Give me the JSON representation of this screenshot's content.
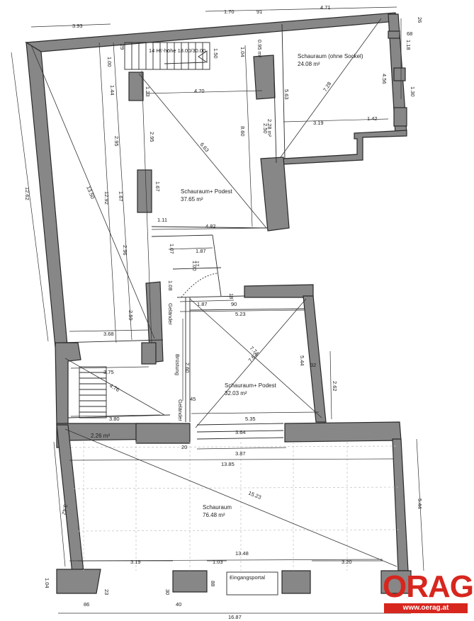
{
  "rooms": {
    "schauraum_sockel": {
      "name": "Schauraum (ohne Sockel)",
      "area": "24.08 m²"
    },
    "schauraum_podest_1": {
      "name": "Schauraum+ Podest",
      "area": "37.65 m²"
    },
    "schauraum_podest_2": {
      "name": "Schauraum+ Podest",
      "area": "32.03 m²"
    },
    "small_room": {
      "area": "2.26 m²"
    },
    "schauraum_main": {
      "name": "Schauraum",
      "area": "76.48 m²"
    }
  },
  "labels": {
    "stair_info": "14 H\\'-höhe 18.00/30.00",
    "gelaender_1": "Geländer",
    "gelaender_2": "Geländer",
    "bruestung": "Brüstung",
    "eingangsportal": "Eingangsportal"
  },
  "dimensions": {
    "top": [
      "1.70",
      "91",
      "4.71",
      "3.93",
      "26"
    ],
    "outer": [
      "12.62",
      "16.87",
      "5.44",
      "3.42",
      "1.04",
      "86",
      "40",
      "1.18",
      "68",
      "1.30",
      "2.62"
    ],
    "interior": [
      "1.00",
      "1.44",
      "2.95",
      "1.67",
      "2.96",
      "2.59",
      "12.92",
      "13.50",
      "3.68",
      "3.75",
      "4.76",
      "3.80",
      "1.23",
      "4.70",
      "2.95",
      "1.67",
      "6.63",
      "8.60",
      "1.04",
      "1.50",
      "0.95 m²",
      "5.63",
      "7.28",
      "4.56",
      "2.28 m²",
      "2.50",
      "3.19",
      "1.42",
      "4.82",
      "1.11",
      "1.07",
      "1.87",
      "1.00",
      "1.08",
      "1.87",
      "90",
      "5.23",
      "7.74",
      "7.62",
      "5.44",
      "32",
      "2.60",
      "45",
      "5.35",
      "20",
      "3.64",
      "3.87",
      "13.85",
      "15.23",
      "13.48",
      "3.19",
      "1.03",
      "3.20",
      "23",
      "30",
      "88",
      "29",
      "17",
      "18"
    ]
  },
  "brand": {
    "logo_text": "ORAG",
    "url": "www.oerag.at",
    "color": "#d7261e"
  },
  "colors": {
    "wall": "#878787",
    "line": "#2a2a2a"
  }
}
